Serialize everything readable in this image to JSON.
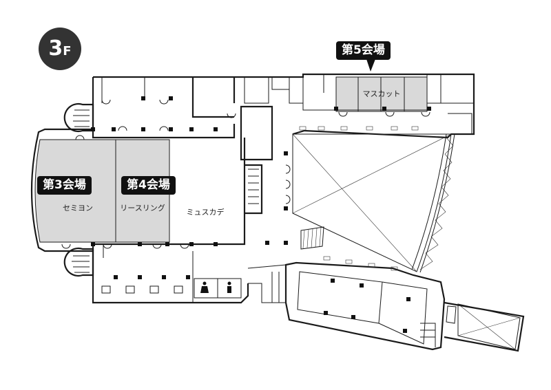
{
  "floor": {
    "number": "3",
    "suffix": "F"
  },
  "halls": [
    {
      "id": "hall-3",
      "label": "第3会場"
    },
    {
      "id": "hall-4",
      "label": "第4会場"
    },
    {
      "id": "hall-5",
      "label": "第5会場"
    }
  ],
  "rooms": {
    "semion": "セミヨン",
    "riesling": "リースリング",
    "muscadet": "ミュスカデ",
    "muscat": "マスカット"
  },
  "colors": {
    "venue_fill": "#d9d9d9",
    "walls": "#1a1a1a",
    "label_bg": "#111111"
  },
  "icons": {
    "restroom": "restroom-icon",
    "stairs": "stairs-icon"
  }
}
